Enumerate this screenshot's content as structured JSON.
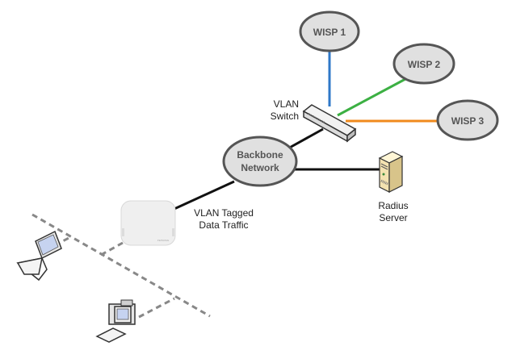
{
  "diagram": {
    "nodes": {
      "wisp1": {
        "label": "WISP 1"
      },
      "wisp2": {
        "label": "WISP 2"
      },
      "wisp3": {
        "label": "WISP 3"
      },
      "backbone": {
        "line1": "Backbone",
        "line2": "Network"
      },
      "switch": {
        "line1": "VLAN",
        "line2": "Switch"
      },
      "radius": {
        "line1": "Radius",
        "line2": "Server"
      },
      "access_point": {
        "brand": "PEPWAVE"
      },
      "traffic_label": {
        "line1": "VLAN Tagged",
        "line2": "Data Traffic"
      }
    },
    "colors": {
      "wisp1_link": "#2f78c8",
      "wisp2_link": "#3cb043",
      "wisp3_link": "#f08a1c",
      "wired_link": "#111111",
      "wireless_link": "#888888",
      "node_fill": "#e0e0e0",
      "node_stroke": "#555555"
    }
  }
}
